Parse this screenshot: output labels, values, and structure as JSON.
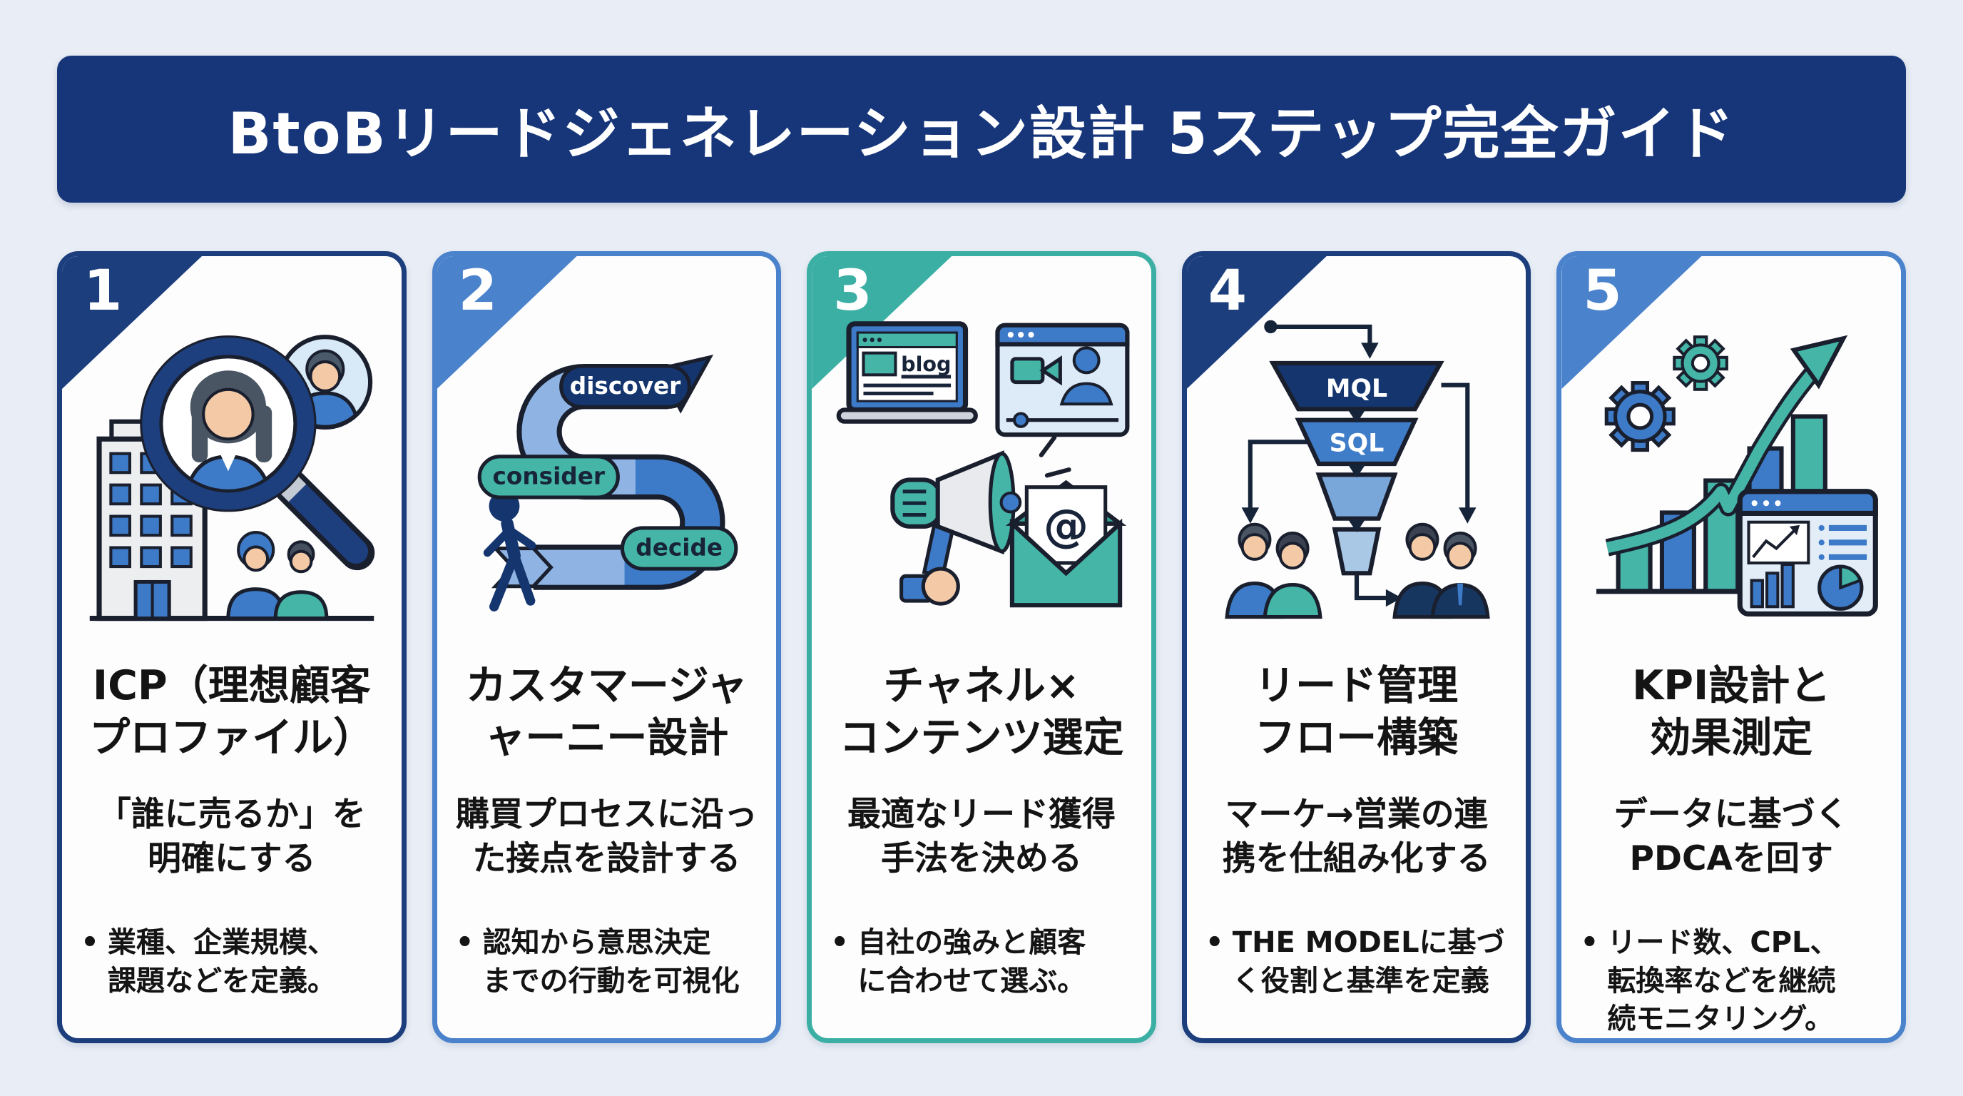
{
  "header": {
    "title": "BtoBリードジェネレーション設計 5ステップ完全ガイド"
  },
  "shared": {
    "bullet_marker": "•"
  },
  "colors": {
    "background": "#e9eef6",
    "header_bg": "#173679",
    "navy_accent": "#1c3e7d",
    "blue_accent": "#4a82cb",
    "teal_accent": "#3bafa3",
    "mid_blue": "#3d7bc8",
    "light_blue": "#8fb4e3",
    "teal_fill": "#45b5a8",
    "text": "#141414"
  },
  "cards": [
    {
      "number": "1",
      "title": "ICP（理想顧客\nプロファイル）",
      "subtitle": "「誰に売るか」を\n明確にする",
      "bullet": "業種、企業規模、\n課題などを定義。",
      "icon": "magnifier-customer-search-icon"
    },
    {
      "number": "2",
      "title": "カスタマージャ\nャーニー設計",
      "subtitle": "購買プロセスに沿っ\nた接点を設計する",
      "bullet": "認知から意思決定\nまでの行動を可視化",
      "icon": "journey-path-icon",
      "icon_labels": {
        "discover": "discover",
        "consider": "consider",
        "decide": "decide"
      }
    },
    {
      "number": "3",
      "title": "チャネル×\nコンテンツ選定",
      "subtitle": "最適なリード獲得\n手法を決める",
      "bullet": "自社の強みと顧客\nに合わせて選ぶ。",
      "icon": "channels-content-icon",
      "icon_labels": {
        "blog": "blog",
        "email_at": "@"
      }
    },
    {
      "number": "4",
      "title": "リード管理\nフロー構築",
      "subtitle": "マーケ→営業の連\n携を仕組み化する",
      "bullet": "THE MODELに基づ\nく役割と基準を定義",
      "icon": "lead-funnel-icon",
      "icon_labels": {
        "mql": "MQL",
        "sql": "SQL"
      }
    },
    {
      "number": "5",
      "title": "KPI設計と\n効果測定",
      "subtitle": "データに基づく\nPDCAを回す",
      "bullet": "リード数、CPL、\n転換率などを継続\n続モニタリング。",
      "icon": "kpi-growth-dashboard-icon"
    }
  ]
}
